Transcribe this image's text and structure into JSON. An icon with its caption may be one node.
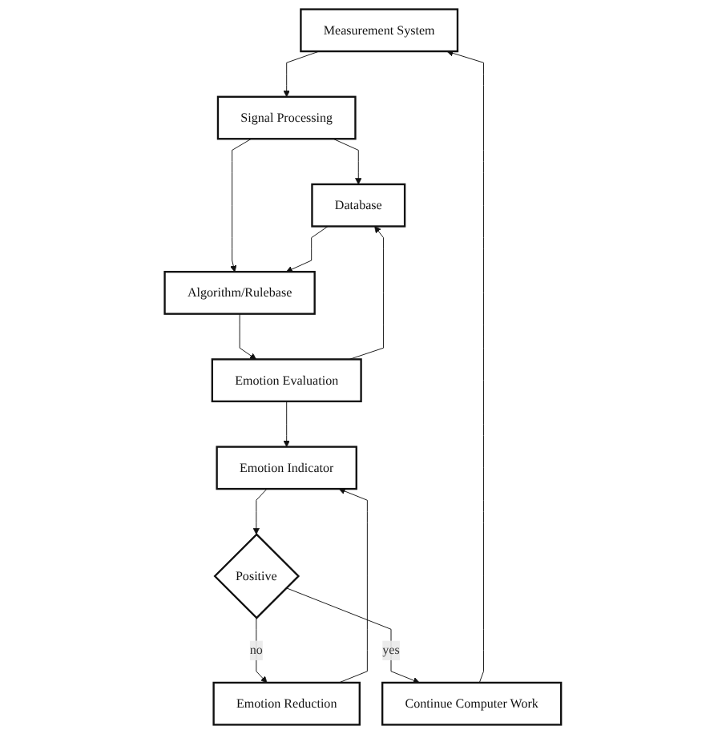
{
  "diagram": {
    "nodes": [
      {
        "text": [
          "Measurement System"
        ]
      },
      {
        "text": [
          "Signal Processing"
        ]
      },
      {
        "text": [
          "Database"
        ]
      },
      {
        "text": [
          "Algorithm/Rulebase"
        ]
      },
      {
        "text": [
          "Emotion Evaluation"
        ]
      },
      {
        "text": [
          "Emotion Indicator"
        ]
      },
      {
        "text": [
          "Emotion Reduction"
        ]
      },
      {
        "text": [
          "Positive"
        ]
      },
      {
        "text": [
          "Continue Computer Work"
        ]
      }
    ],
    "edges": [
      {
        "from": 0,
        "to": 1,
        "arrow": "to"
      },
      {
        "from": 1,
        "to": 2,
        "arrow": "to"
      },
      {
        "from": 1,
        "to": 3,
        "arrow": "to"
      },
      {
        "from": 2,
        "to": 3,
        "arrow": "to"
      },
      {
        "from": 3,
        "to": 4,
        "arrow": "to"
      },
      {
        "from": 4,
        "to": 2,
        "arrow": "to"
      },
      {
        "from": 4,
        "to": 5,
        "arrow": "to"
      },
      {
        "from": 5,
        "to": 7,
        "arrow": "to"
      },
      {
        "from": 7,
        "to": 6,
        "label": "no",
        "arrow": "to"
      },
      {
        "from": 6,
        "to": 5,
        "arrow": "to"
      },
      {
        "from": 7,
        "to": 8,
        "label": "yes",
        "arrow": "to"
      },
      {
        "from": 8,
        "to": 0,
        "arrow": "to"
      }
    ]
  }
}
